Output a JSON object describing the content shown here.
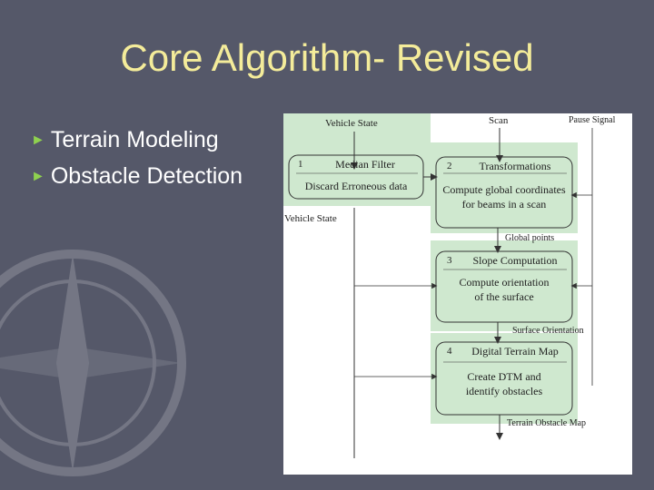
{
  "slide": {
    "title": "Core Algorithm- Revised",
    "bullets": [
      "Terrain Modeling",
      "Obstacle Detection"
    ]
  },
  "colors": {
    "background": "#555869",
    "title": "#f4ec9a",
    "bullet_marker": "#8fd14f",
    "block_fill": "#cfe8cf",
    "line": "#333333"
  },
  "diagram": {
    "inputs": {
      "vehicle_state_top": "Vehicle State",
      "scan": "Scan",
      "pause_signal": "Pause Signal",
      "vehicle_state_side": "Vehicle State"
    },
    "blocks": [
      {
        "number": "1",
        "title": "Median Filter",
        "body": "Discard Erroneous data"
      },
      {
        "number": "2",
        "title": "Transformations",
        "body_line1": "Compute global coordinates",
        "body_line2": "for beams in a scan"
      },
      {
        "number": "3",
        "title": "Slope Computation",
        "body_line1": "Compute orientation",
        "body_line2": "of the surface"
      },
      {
        "number": "4",
        "title": "Digital Terrain Map",
        "body_line1": "Create DTM and",
        "body_line2": "identify obstacles"
      }
    ],
    "flows": {
      "global_points": "Global points",
      "surface_orientation": "Surface Orientation",
      "terrain_obstacle_map": "Terrain Obstacle Map"
    }
  }
}
